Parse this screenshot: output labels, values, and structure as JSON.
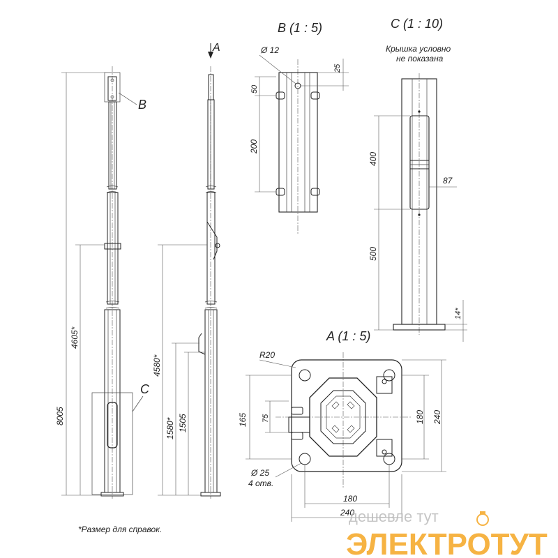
{
  "views": {
    "b_title": "B (1 : 5)",
    "c_title": "C (1 : 10)",
    "a_title": "A (1 : 5)",
    "c_note_line1": "Крышка условно",
    "c_note_line2": "не показана",
    "callout_b": "B",
    "callout_c": "C",
    "arrow_a": "A"
  },
  "dimensions": {
    "overall_height": "8005",
    "front_joint_height": "4605*",
    "side_joint_height": "4580*",
    "side_bracket_height": "1580*",
    "side_hatch_top": "1505",
    "b_hole_dia": "Ø 12",
    "b_top_offset": "25",
    "b_bolt_spacing_top": "50",
    "b_bolt_spacing": "200",
    "c_hatch_height": "400",
    "c_hatch_width": "87",
    "c_hatch_elevation": "500",
    "c_base_plate": "14*",
    "a_corner_radius": "R20",
    "a_bolt_spacing_v": "165",
    "a_inner_v": "75",
    "a_right_inner": "180",
    "a_right_outer": "240",
    "a_bottom_inner": "180",
    "a_bottom_outer": "240",
    "a_hole_dia": "Ø 25",
    "a_hole_count": "4 отв."
  },
  "footnote": "*Размер для справок.",
  "watermark": {
    "line1": "дешевле тут",
    "line2": "ЭЛЕКТРОТУТ",
    "color_orange": "#f5a623",
    "color_grey": "#bbbbbb"
  }
}
